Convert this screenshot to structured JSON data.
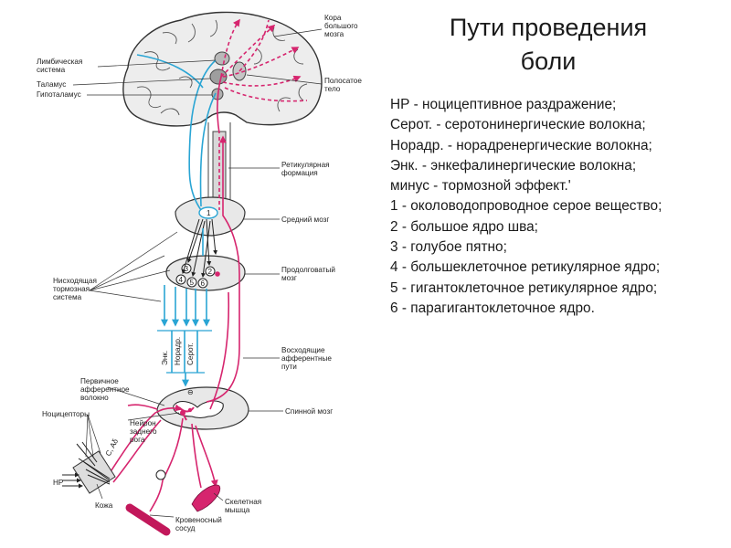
{
  "title": {
    "line1": "Пути проведения",
    "line2": "боли"
  },
  "legend": [
    "НР - ноцицептивное раздражение;",
    "Серот. - серотонинергические волокна;",
    "Норадр. - норадренергические волокна;",
    "Энк. - энкефалинергические волокна;",
    "минус - тормозной эффект.'",
    "1 - околоводопроводное серое вещество;",
    "2 - большое ядро шва;",
    "3 - голубое пятно;",
    "4 - большеклеточное ретикулярное ядро;",
    "5 - гигантоклеточное ретикулярное ядро;",
    "6 - парагигантоклеточное ядро."
  ],
  "diagram": {
    "cortex": [
      "Кора",
      "большого",
      "мозга"
    ],
    "limbic": [
      "Лимбическая",
      "система"
    ],
    "thalamus": "Таламус",
    "hypothalamus": "Гипоталамус",
    "striatum": [
      "Полосатое",
      "тело"
    ],
    "reticular": [
      "Ретикулярная",
      "формация"
    ],
    "midbrain": "Средний мозг",
    "medulla": [
      "Продолговатый",
      "мозг"
    ],
    "descending": [
      "Нисходящая",
      "тормозная",
      "система"
    ],
    "ascending": [
      "Восходящие",
      "афферентные",
      "пути"
    ],
    "primary_afferent": [
      "Первичное",
      "афферентное",
      "волокно"
    ],
    "spinal_cord": "Спинной мозг",
    "nociceptors": "Ноцицепторы",
    "dorsal_horn_neuron": [
      "Нейрон",
      "заднего",
      "рога"
    ],
    "fiber_types": "C, Aδ",
    "np": "НР",
    "skin": "Кожа",
    "muscle": [
      "Скелетная",
      "мышца"
    ],
    "vessel": [
      "Кровеносный",
      "сосуд"
    ],
    "fiber_labels": [
      "Энк.",
      "Норадр.",
      "Серот."
    ],
    "minus": "⊖",
    "nuclei": [
      "1",
      "2",
      "3",
      "4",
      "5",
      "6"
    ]
  },
  "colors": {
    "descending": "#2aa5d4",
    "ascending": "#d6256e",
    "outline": "#333333",
    "gray_fill": "#e8e8e8"
  }
}
